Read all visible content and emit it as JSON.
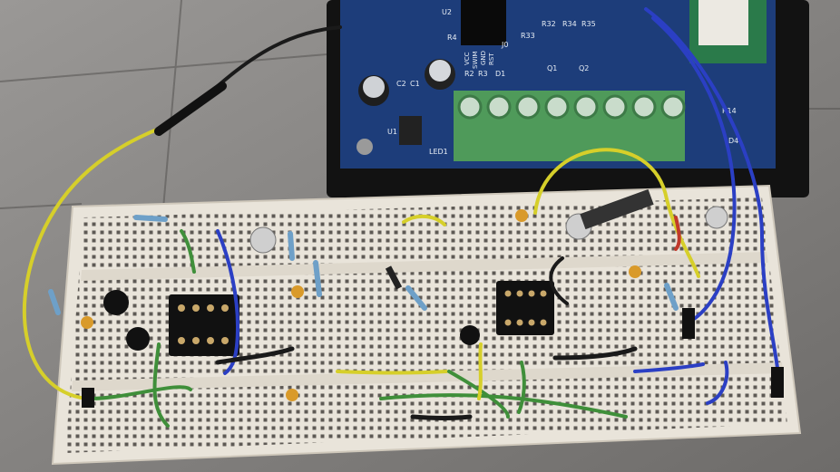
{
  "pcb_labels": {
    "u2": "U2",
    "r4": "R4",
    "vcc": "VCC",
    "swim": "SWIM",
    "gnd": "GND",
    "rst": "RST",
    "j0": "J0",
    "r32": "R32",
    "r33": "R33",
    "r34": "R34",
    "r35": "R35",
    "r2": "R2",
    "r3": "R3",
    "d1": "D1",
    "c2": "C2",
    "c1": "C1",
    "u1": "U1",
    "led1": "LED1",
    "q1": "Q1",
    "q2": "Q2",
    "r14": "R14",
    "d4": "D4"
  },
  "colors": {
    "pcb": "#1d3d7a",
    "terminal": "#4f9a5a",
    "breadboard": "#e9e4da",
    "wire_yellow": "#d6cf2a",
    "wire_blue": "#2b3fc4",
    "wire_green": "#3f8f3a",
    "wire_black": "#1a1a1a"
  }
}
